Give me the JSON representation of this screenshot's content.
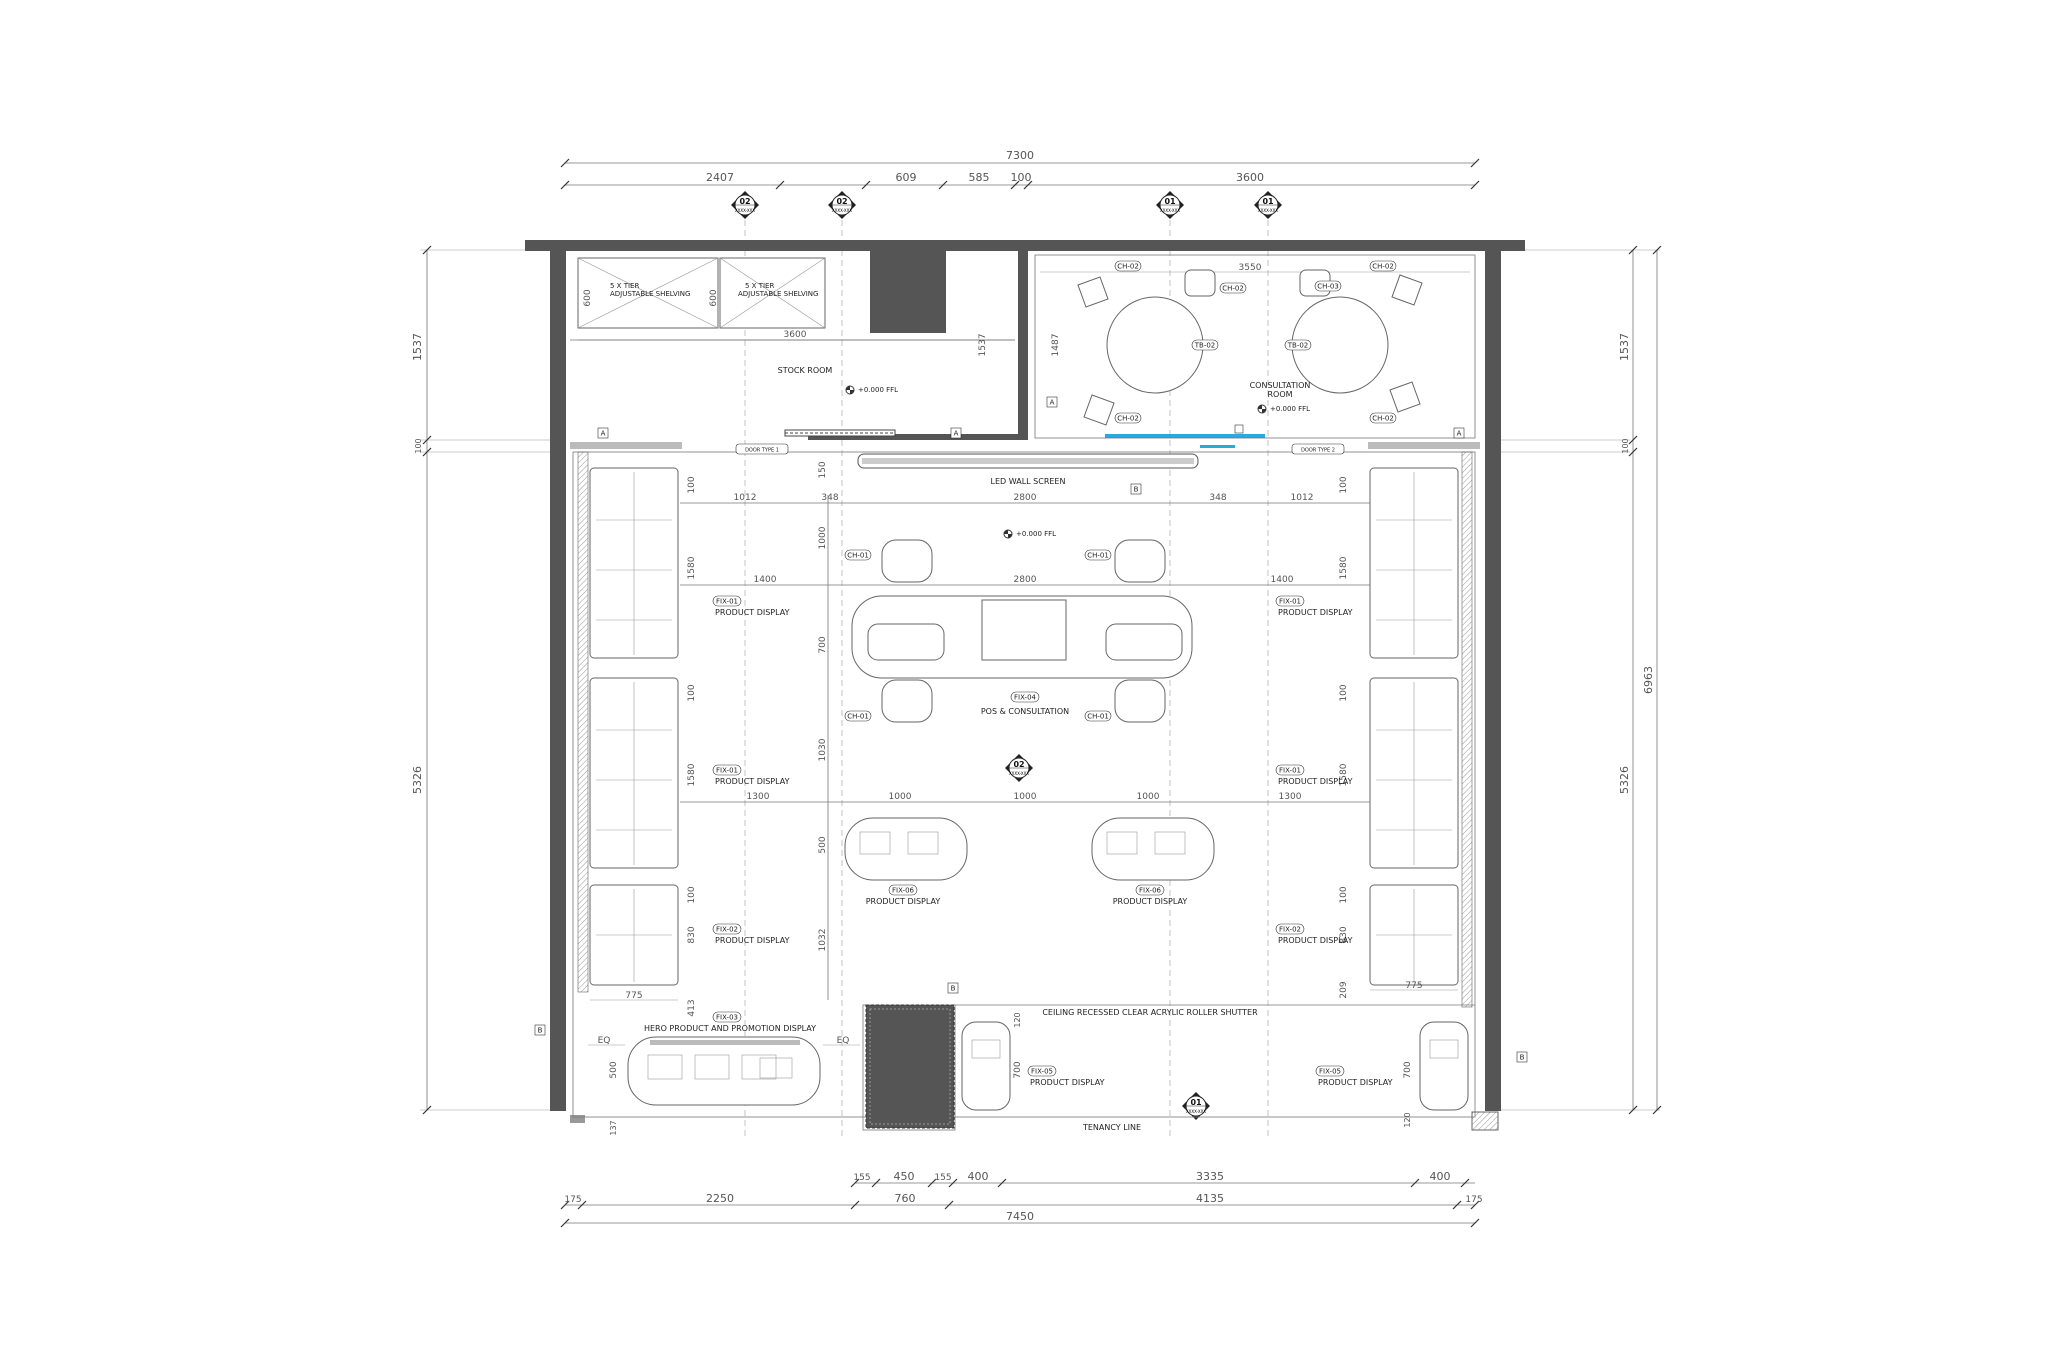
{
  "dimensions": {
    "top": [
      "7300",
      "2407",
      "609",
      "585",
      "100",
      "3600"
    ],
    "bottom": [
      "155",
      "450",
      "155",
      "400",
      "3335",
      "400",
      "175",
      "2250",
      "760",
      "4135",
      "175",
      "7450"
    ],
    "left": [
      "1537",
      "100",
      "5326"
    ],
    "right": [
      "1537",
      "100",
      "5326",
      "6963"
    ],
    "interior": {
      "d3550": "3550",
      "d3600": "3600",
      "d1537": "1537",
      "d1487": "1487",
      "d600a": "600",
      "d600b": "600",
      "d1012a": "1012",
      "d348a": "348",
      "d2800a": "2800",
      "d348b": "348",
      "d1012b": "1012",
      "d1400a": "1400",
      "d2800b": "2800",
      "d1400b": "1400",
      "d1300a": "1300",
      "d1000a": "1000",
      "d1000b": "1000",
      "d1000c": "1000",
      "d1300b": "1300",
      "d100l1": "100",
      "d1580l1": "1580",
      "d100l2": "100",
      "d1580l2": "1580",
      "d100l3": "100",
      "d830l": "830",
      "d100r1": "100",
      "d1580r1": "1580",
      "d100r2": "100",
      "d1580r2": "1580",
      "d100r3": "100",
      "d830r": "830",
      "d150": "150",
      "d1000v": "1000",
      "d700v": "700",
      "d1030v": "1030",
      "d500v": "500",
      "d1032v": "1032",
      "d775l": "775",
      "d775r": "775",
      "d413": "413",
      "d209": "209",
      "d500h": "500",
      "d137": "137",
      "d700a": "700",
      "d700b": "700",
      "d120a": "120",
      "d120b": "120",
      "eqa": "EQ",
      "eqb": "EQ"
    }
  },
  "section_markers": [
    {
      "num": "02",
      "sub": "XXXX-XXX"
    },
    {
      "num": "02",
      "sub": "XXXX-XXX"
    },
    {
      "num": "01",
      "sub": "XXXX-XXX"
    },
    {
      "num": "01",
      "sub": "XXXX-XXX"
    },
    {
      "num": "02",
      "sub": "XXXX-XXX"
    },
    {
      "num": "01",
      "sub": "XXXX-XXX"
    }
  ],
  "rooms": {
    "stock_room": "STOCK ROOM",
    "consultation_room": [
      "CONSULTATION",
      "ROOM"
    ],
    "ffl": "+0.000 FFL",
    "led_wall": "LED WALL SCREEN",
    "tenancy_line": "TENANCY LINE",
    "roller_shutter": "CEILING RECESSED CLEAR ACRYLIC ROLLER SHUTTER"
  },
  "shelving": {
    "line1": "5 X TIER",
    "line2": "ADJUSTABLE SHELVING"
  },
  "door_types": [
    "DOOR TYPE 1",
    "DOOR TYPE 2"
  ],
  "grid_tags": {
    "a": "A",
    "b": "B"
  },
  "fixtures": {
    "fix01": "FIX-01",
    "fix02": "FIX-02",
    "fix03": "FIX-03",
    "fix04": "FIX-04",
    "fix05": "FIX-05",
    "fix06": "FIX-06",
    "product_display": "PRODUCT DISPLAY",
    "pos": "POS & CONSULTATION",
    "hero": "HERO PRODUCT AND PROMOTION DISPLAY"
  },
  "furniture": {
    "ch01": "CH-01",
    "ch02": "CH-02",
    "ch03": "CH-03",
    "tb02": "TB-02"
  },
  "colors": {
    "wall": "#555555",
    "glazing": "#29a9e0",
    "line": "#777777"
  }
}
